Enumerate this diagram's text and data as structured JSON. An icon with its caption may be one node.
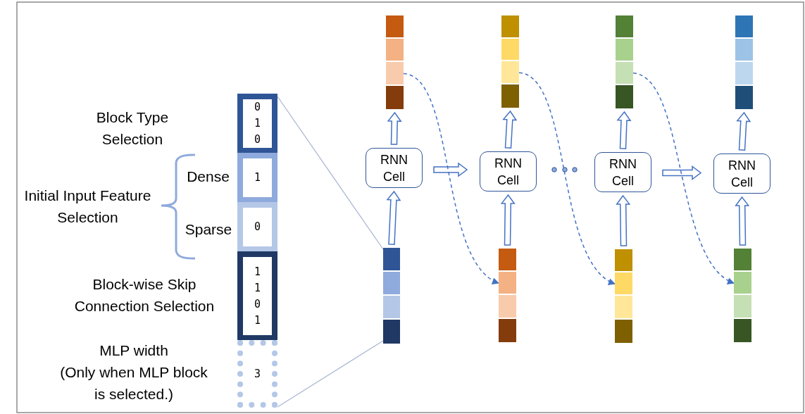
{
  "diagram": {
    "nodes": [
      {
        "text": [
          "0 1 0"
        ]
      },
      {
        "text": [
          "1"
        ],
        "beside": [
          "Dense"
        ]
      },
      {
        "text": [
          "0"
        ],
        "beside": [
          "Sparse"
        ]
      },
      {
        "text": [
          "1 1 0 1"
        ]
      },
      {
        "text": [
          "3"
        ]
      },
      {
        "text": [],
        "shape": "bar"
      },
      {
        "text": [],
        "shape": "bar"
      },
      {
        "text": [],
        "shape": "bar"
      },
      {
        "text": [],
        "shape": "bar"
      },
      {
        "text": [
          "RNN Cell"
        ]
      },
      {
        "text": [
          "RNN Cell"
        ]
      },
      {
        "text": [
          "RNN Cell"
        ]
      },
      {
        "text": [
          "RNN Cell"
        ]
      },
      {
        "text": [],
        "shape": "bar"
      },
      {
        "text": [],
        "shape": "bar"
      },
      {
        "text": [],
        "shape": "bar"
      },
      {
        "text": [],
        "shape": "bar"
      }
    ],
    "edges": [
      {
        "from": 0,
        "to": 13,
        "arrow": "none",
        "color": "#a9b7d0"
      },
      {
        "from": 4,
        "to": 13,
        "arrow": "none",
        "color": "#a9b7d0"
      },
      {
        "from": 13,
        "to": 9,
        "arrow": "to"
      },
      {
        "from": 9,
        "to": 5,
        "arrow": "to"
      },
      {
        "from": 9,
        "to": 10,
        "arrow": "to"
      },
      {
        "from": 14,
        "to": 10,
        "arrow": "to"
      },
      {
        "from": 10,
        "to": 6,
        "arrow": "to"
      },
      {
        "from": 15,
        "to": 11,
        "arrow": "to"
      },
      {
        "from": 11,
        "to": 7,
        "arrow": "to"
      },
      {
        "from": 11,
        "to": 12,
        "arrow": "to"
      },
      {
        "from": 16,
        "to": 12,
        "arrow": "to"
      },
      {
        "from": 12,
        "to": 8,
        "arrow": "to"
      },
      {
        "from": 5,
        "to": 14,
        "arrow": "to",
        "style": "dashed"
      },
      {
        "from": 6,
        "to": 15,
        "arrow": "to",
        "style": "dashed"
      },
      {
        "from": 7,
        "to": 16,
        "arrow": "to",
        "style": "dashed"
      }
    ],
    "labels": [
      "Block Type Selection",
      "Initial Input Feature Selection",
      "Block-wise Skip Connection Selection",
      "MLP width",
      "(Only when MLP block is selected.)"
    ]
  }
}
